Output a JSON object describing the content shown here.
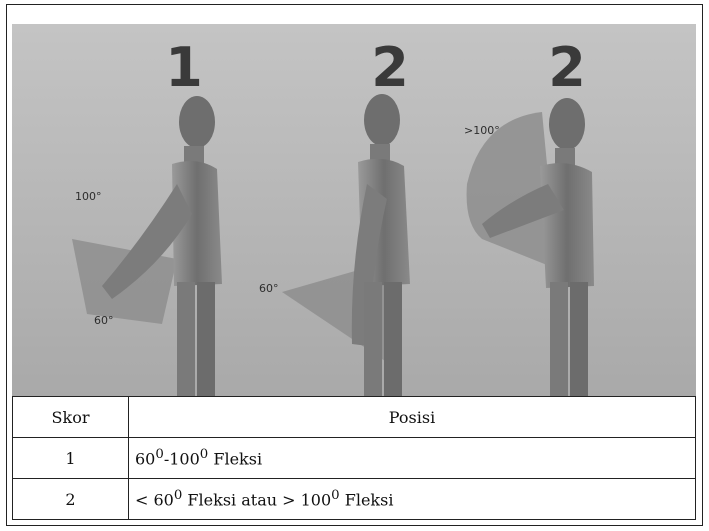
{
  "figure": {
    "scores": [
      "1",
      "2",
      "2"
    ],
    "angle_labels": {
      "figure1_top": "100°",
      "figure1_bottom": "60°",
      "figure2": "60°",
      "figure3": ">100°"
    }
  },
  "table": {
    "headers": [
      "Skor",
      "Posisi"
    ],
    "rows": [
      {
        "skor": "1",
        "posisi_parts": [
          "60",
          "0",
          "-100",
          "0",
          " Fleksi"
        ]
      },
      {
        "skor": "2",
        "posisi_parts": [
          "< 60",
          "0",
          " Fleksi atau > 100",
          "0",
          " Fleksi"
        ]
      }
    ]
  },
  "colors": {
    "photo_background": "#b7b7b7",
    "figure_body": "#7a7a7a",
    "angle_wedge": "#8e8e8e",
    "border": "#222222"
  }
}
